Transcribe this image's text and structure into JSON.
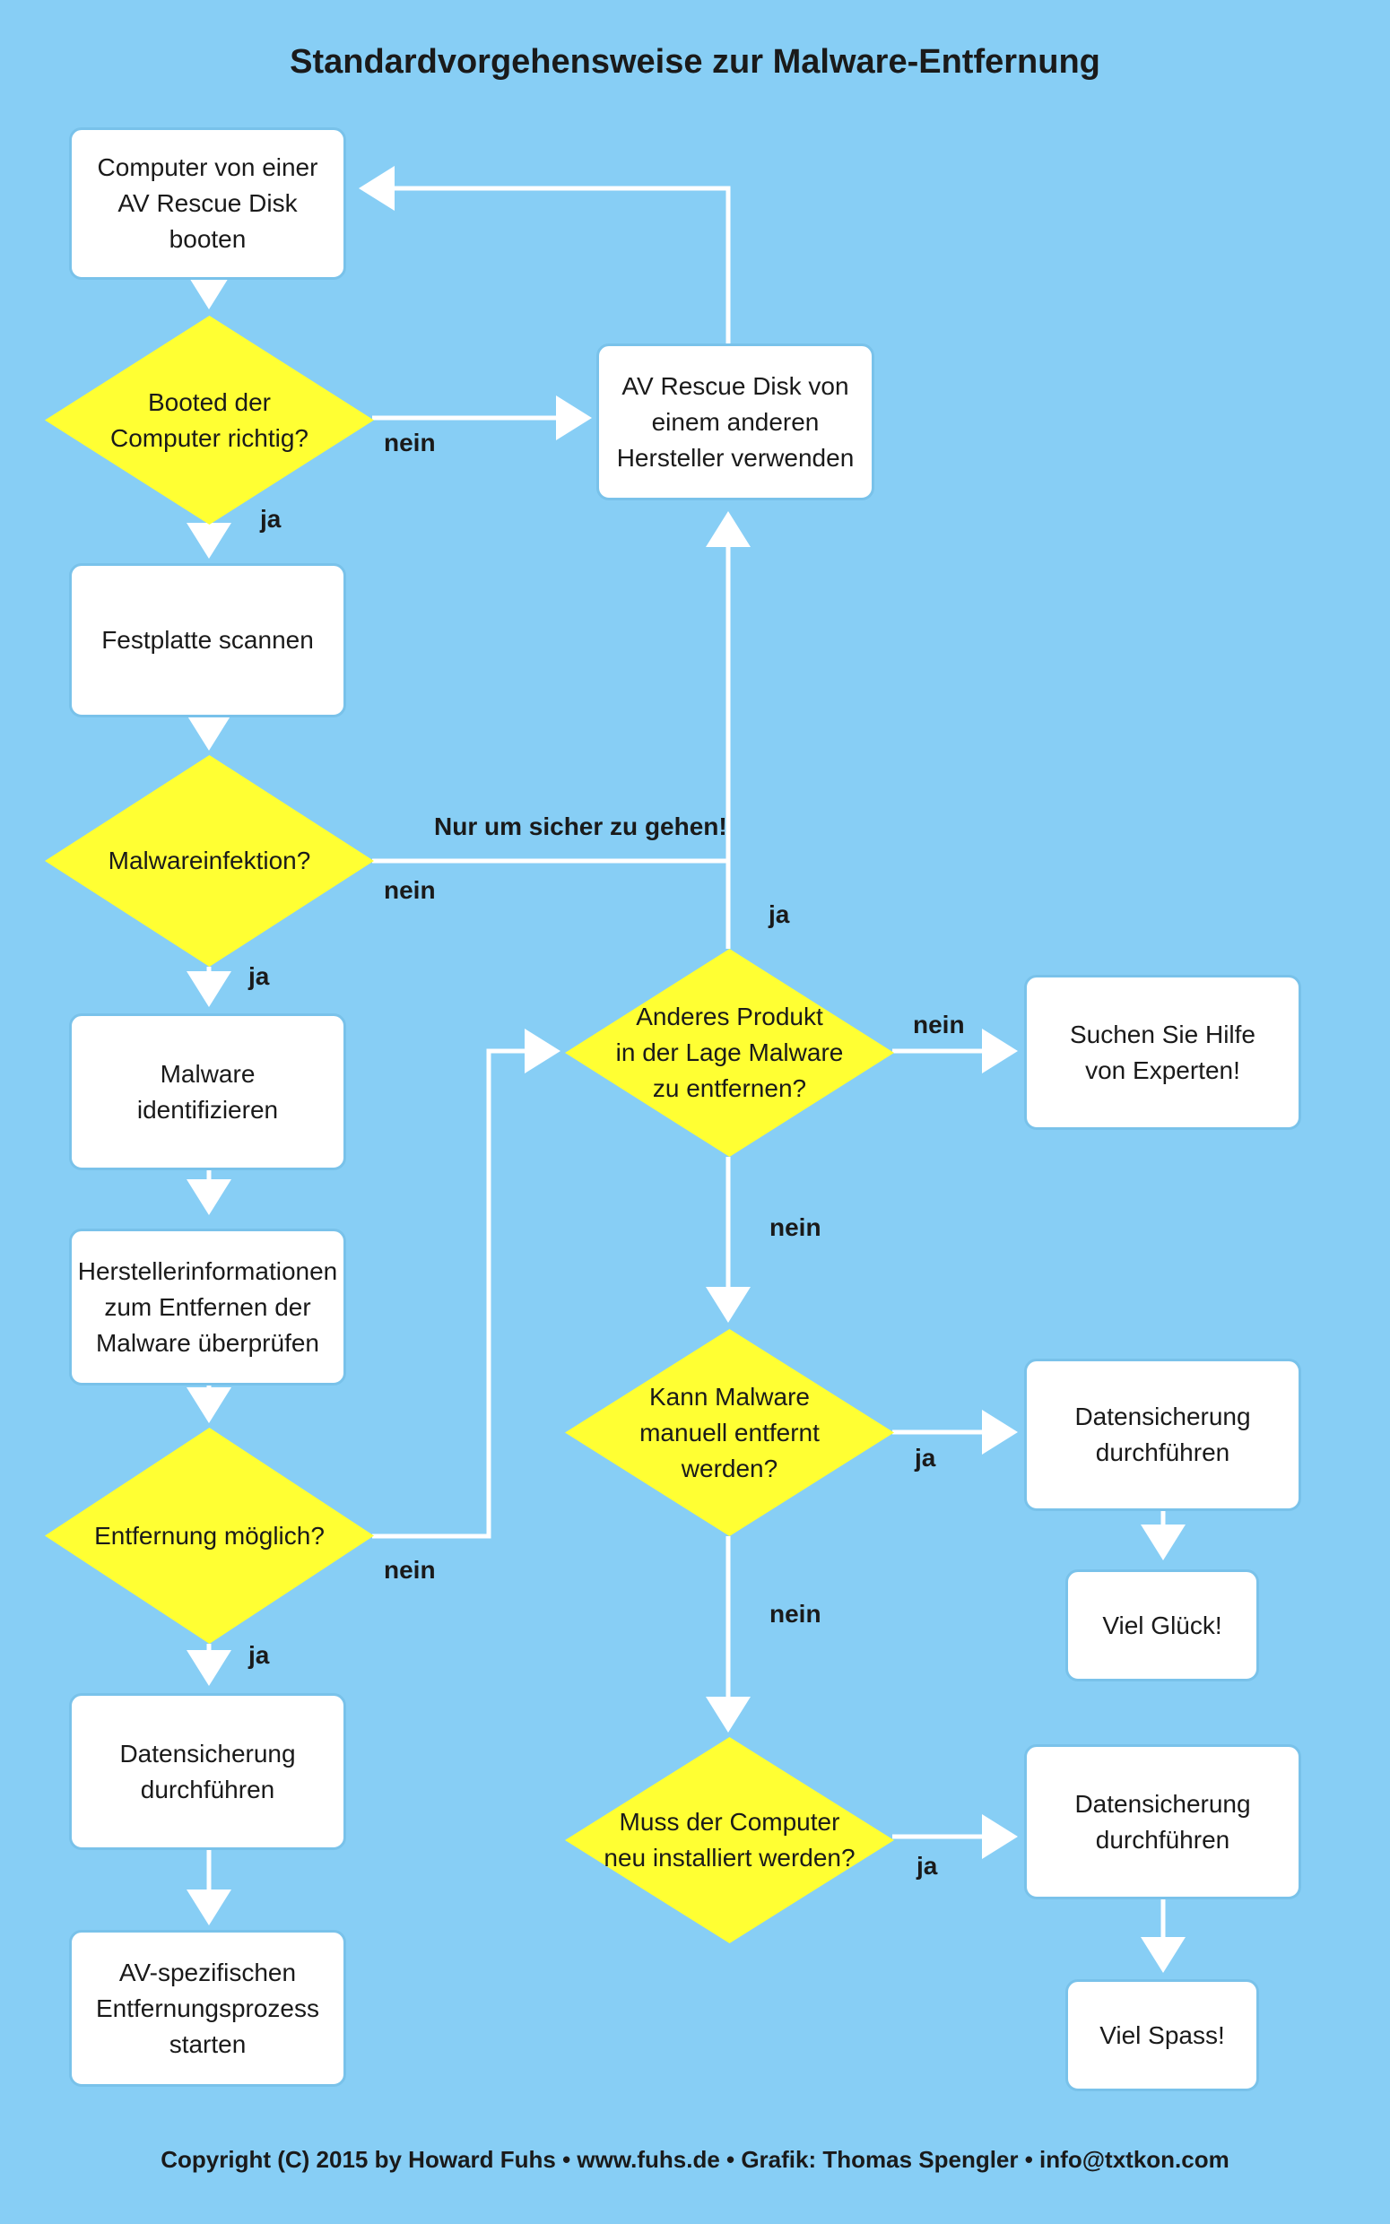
{
  "title": "Standardvorgehensweise zur Malware-Entfernung",
  "footer": "Copyright (C) 2015 by Howard Fuhs • www.fuhs.de • Grafik: Thomas Spengler • info@txtkon.com",
  "colors": {
    "background": "#87CEF5",
    "box": "#FFFFFF",
    "diamond": "#FFFF33",
    "line": "#FFFFFF"
  },
  "nodes": {
    "boot_rescue": "Computer von einer\nAV Rescue Disk booten",
    "booted_ok": "Booted der\nComputer richtig?",
    "other_rescue": "AV Rescue Disk von\neinem anderen\nHersteller verwenden",
    "scan_disk": "Festplatte scannen",
    "infection": "Malwareinfektion?",
    "identify": "Malware\nidentifizieren",
    "vendor_info": "Herstellerinformationen\nzum Entfernen der\nMalware überprüfen",
    "removal_possible": "Entfernung möglich?",
    "backup_1": "Datensicherung\ndurchführen",
    "start_removal": "AV-spezifischen\nEntfernungsprozess\nstarten",
    "other_product": "Anderes Produkt\nin der Lage Malware\nzu entfernen?",
    "seek_experts": "Suchen Sie Hilfe\nvon Experten!",
    "manual_removal": "Kann Malware\nmanuell entfernt\nwerden?",
    "backup_2": "Datensicherung\ndurchführen",
    "good_luck": "Viel Glück!",
    "reinstall": "Muss der Computer\nneu installiert werden?",
    "backup_3": "Datensicherung\ndurchführen",
    "have_fun": "Viel Spass!"
  },
  "edge_labels": {
    "booted_no": "nein",
    "booted_yes": "ja",
    "infection_note": "Nur um sicher zu gehen!",
    "infection_no": "nein",
    "infection_yes": "ja",
    "removal_no": "nein",
    "removal_yes": "ja",
    "other_yes": "ja",
    "other_no": "nein",
    "other_down_no": "nein",
    "manual_yes": "ja",
    "manual_no": "nein",
    "reinstall_yes": "ja"
  }
}
